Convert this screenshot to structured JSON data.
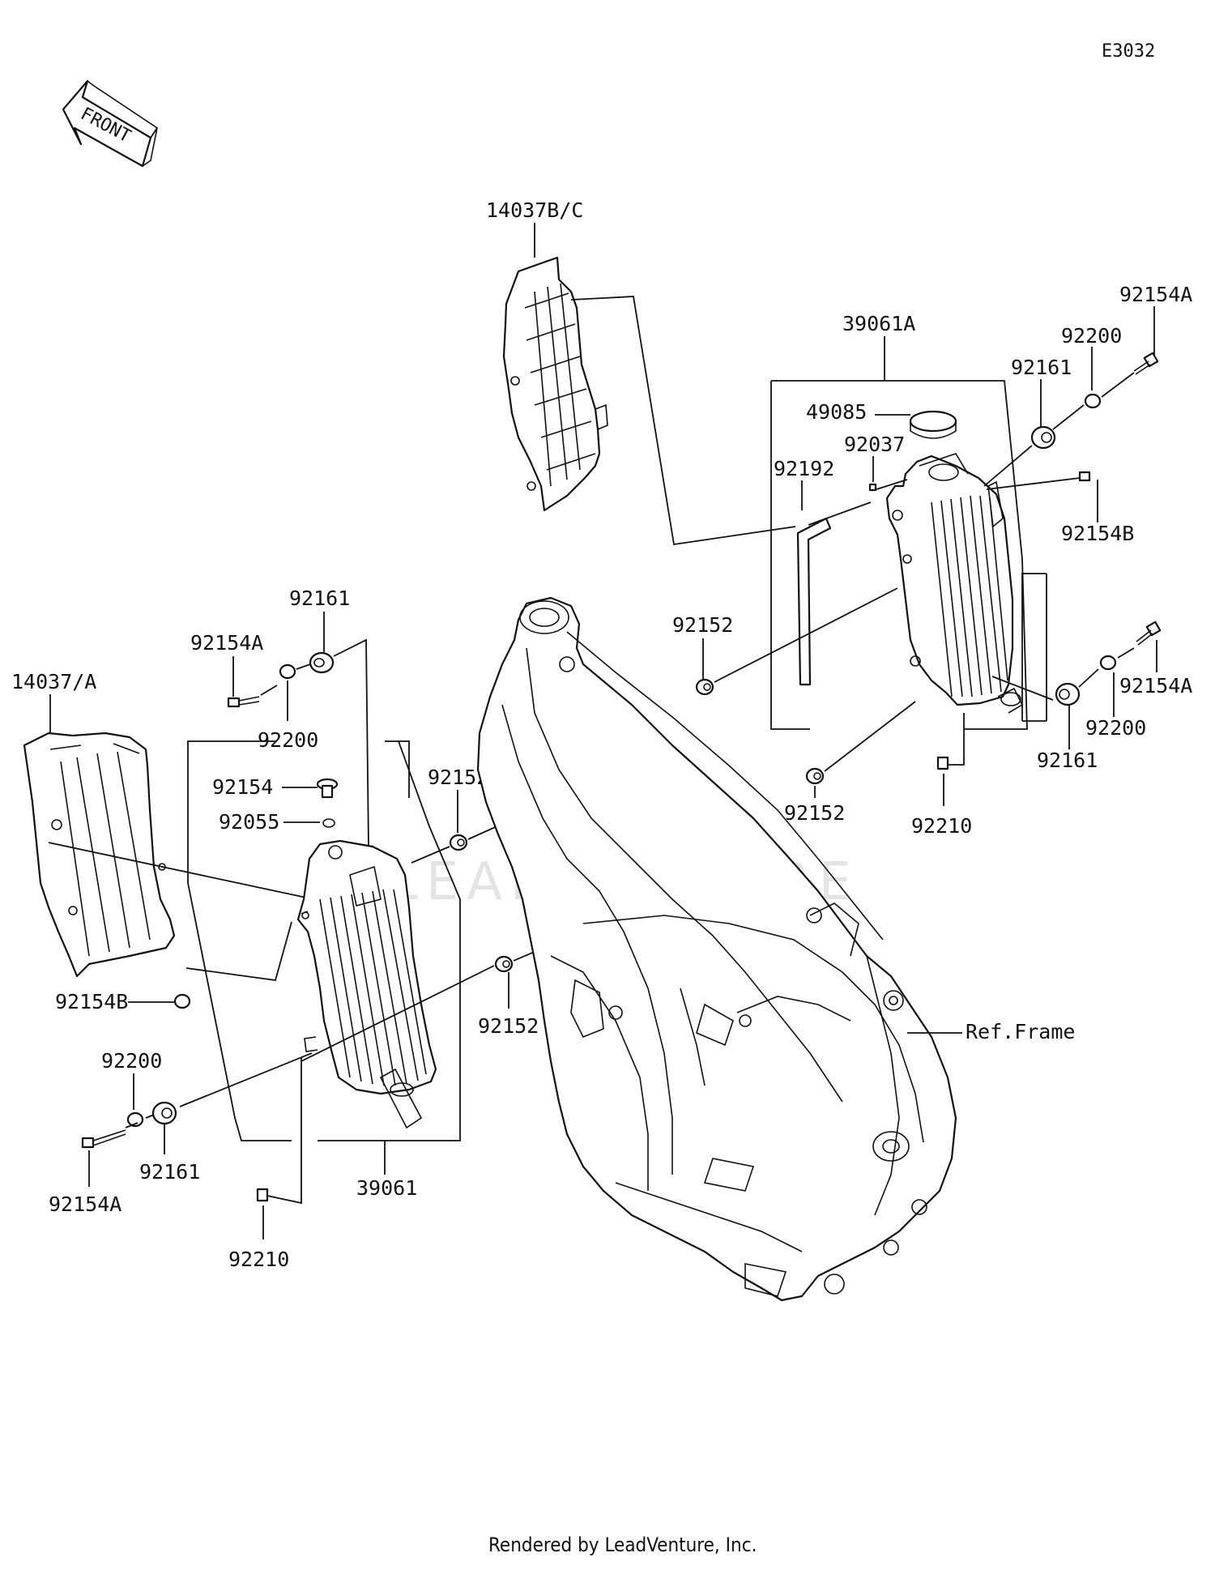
{
  "diagram_id": "E3032",
  "front_arrow": "FRONT",
  "watermark": "LEADVENTURE",
  "footer": "Rendered by LeadVenture, Inc.",
  "labels": {
    "l14037bc": "14037B/C",
    "l39061a": "39061A",
    "l92154a_tr": "92154A",
    "l92200_tr": "92200",
    "l92161_tr": "92161",
    "l49085": "49085",
    "l92037": "92037",
    "l92192": "92192",
    "l92154b_r": "92154B",
    "l92152_mid": "92152",
    "l92154a_r": "92154A",
    "l92200_r": "92200",
    "l92161_r": "92161",
    "l92152_rb": "92152",
    "l92210_r": "92210",
    "l92161_l": "92161",
    "l92154a_l": "92154A",
    "l92200_l": "92200",
    "l14037a": "14037/A",
    "l92154": "92154",
    "l92055": "92055",
    "l92152_l1": "92152",
    "l92154b_l": "92154B",
    "l92152_l2": "92152",
    "l92200_lb": "92200",
    "l92161_lb": "92161",
    "l92154a_lb": "92154A",
    "l39061": "39061",
    "l92210_l": "92210",
    "ref_frame": "Ref.Frame"
  }
}
